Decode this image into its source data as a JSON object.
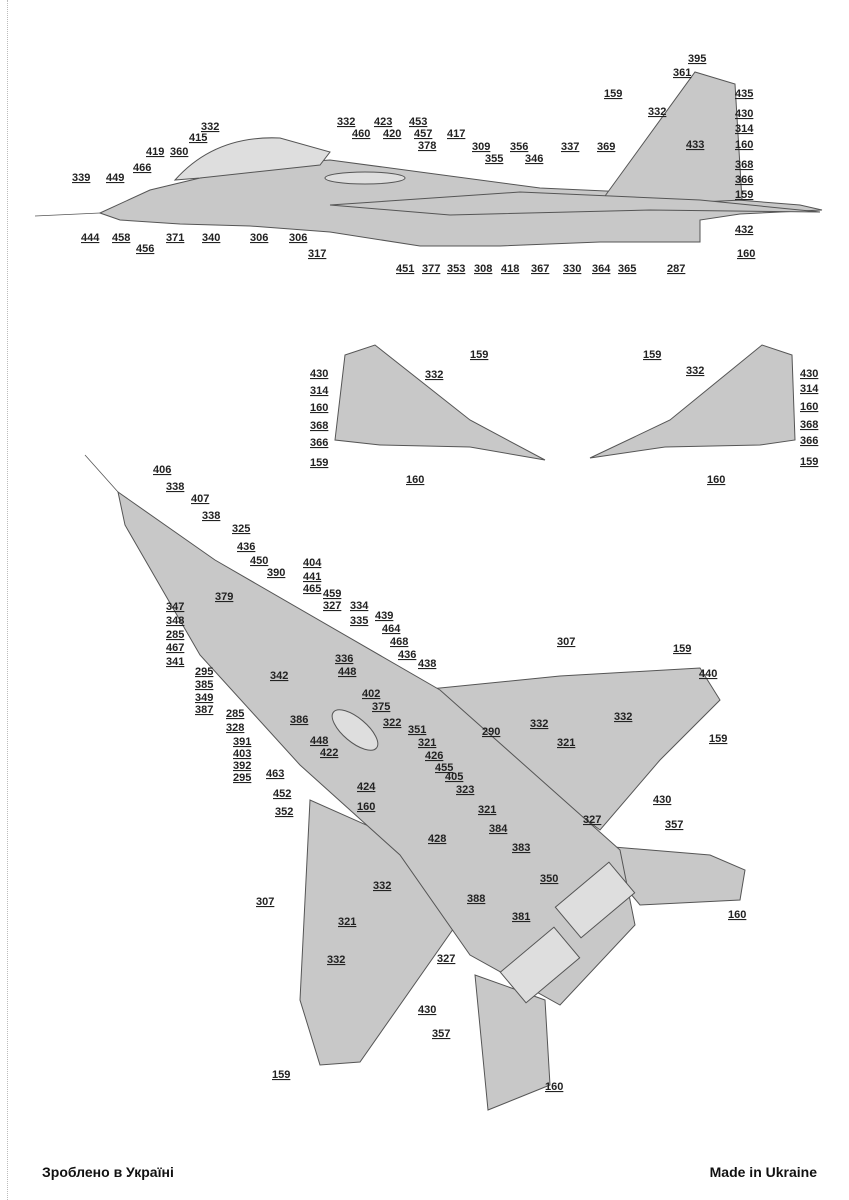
{
  "side_view": {
    "labels": [
      "395",
      "361",
      "435",
      "159",
      "430",
      "332",
      "314",
      "433",
      "160",
      "337",
      "369",
      "417",
      "309",
      "356",
      "355",
      "346",
      "332",
      "423",
      "453",
      "460",
      "420",
      "457",
      "378",
      "368",
      "366",
      "159",
      "432",
      "160",
      "332",
      "415",
      "419",
      "360",
      "466",
      "339",
      "449",
      "444",
      "458",
      "456",
      "371",
      "340",
      "306",
      "306",
      "317",
      "451",
      "377",
      "353",
      "308",
      "418",
      "367",
      "330",
      "364",
      "365",
      "287"
    ]
  },
  "wing_left": {
    "labels": [
      "159",
      "332",
      "430",
      "314",
      "160",
      "368",
      "366",
      "159",
      "160"
    ]
  },
  "wing_right": {
    "labels": [
      "159",
      "332",
      "430",
      "314",
      "160",
      "368",
      "366",
      "159",
      "160"
    ]
  },
  "plan_view": {
    "labels": [
      "406",
      "338",
      "407",
      "338",
      "325",
      "436",
      "450",
      "390",
      "404",
      "441",
      "465",
      "459",
      "327",
      "334",
      "335",
      "439",
      "464",
      "468",
      "436",
      "438",
      "379",
      "347",
      "348",
      "285",
      "467",
      "341",
      "295",
      "385",
      "349",
      "387",
      "342",
      "336",
      "448",
      "402",
      "375",
      "386",
      "322",
      "448",
      "422",
      "351",
      "321",
      "426",
      "455",
      "405",
      "323",
      "321",
      "424",
      "160",
      "428",
      "384",
      "383",
      "350",
      "388",
      "381",
      "285",
      "328",
      "391",
      "403",
      "392",
      "295",
      "463",
      "452",
      "352",
      "307",
      "159",
      "440",
      "290",
      "332",
      "332",
      "321",
      "159",
      "430",
      "327",
      "357",
      "160",
      "307",
      "332",
      "321",
      "332",
      "327",
      "430",
      "357",
      "159",
      "160"
    ]
  },
  "footer": {
    "left": "Зроблено в Україні",
    "right": "Made in Ukraine"
  }
}
